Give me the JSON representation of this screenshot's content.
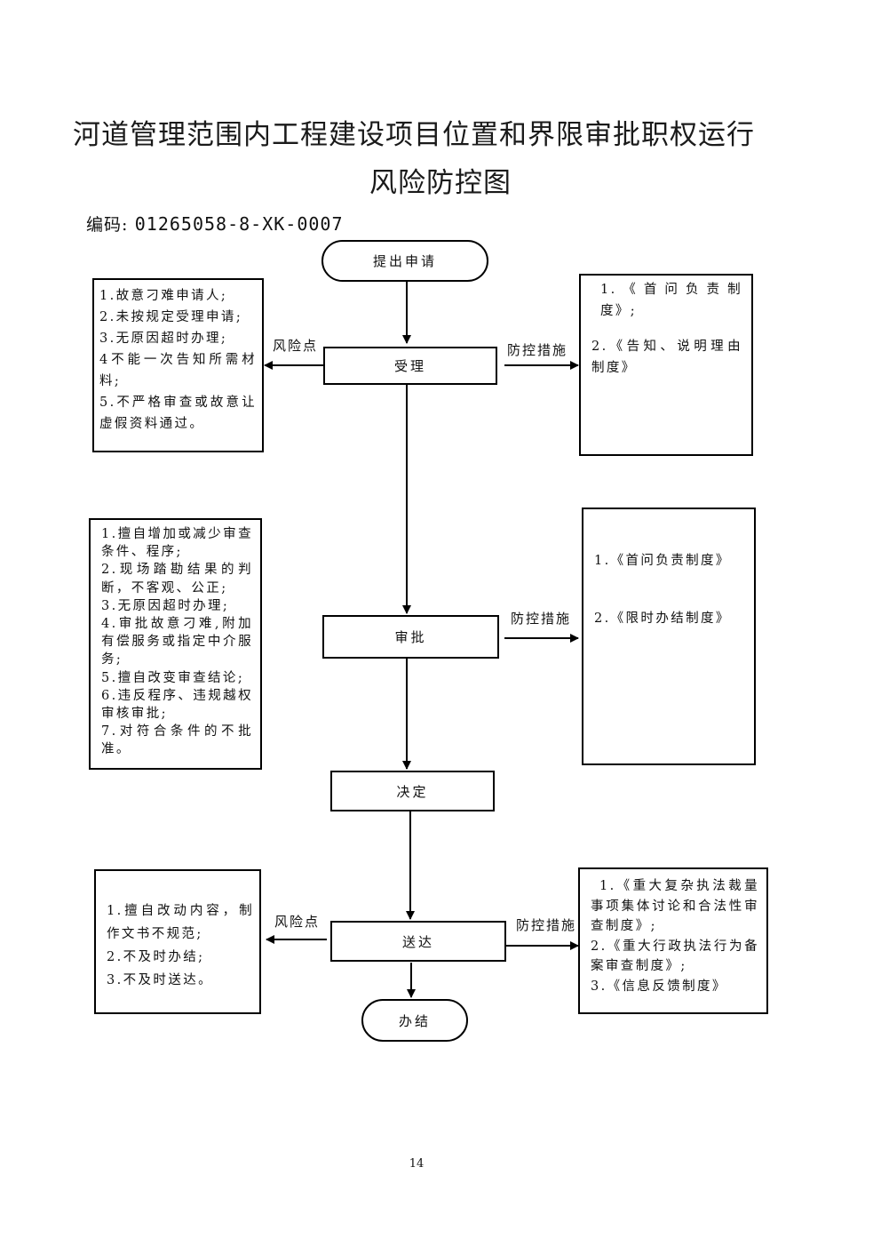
{
  "document": {
    "title_line1": "河道管理范围内工程建设项目位置和界限审批职权运行",
    "title_line2": "风险防控图",
    "code_label": "编码:",
    "code_value": "01265058-8-XK-0007",
    "page_number": "14"
  },
  "flow": {
    "start": "提出申请",
    "steps": [
      {
        "label": "受理",
        "risk_label": "风险点",
        "control_label": "防控措施",
        "risks": [
          "1.故意刁难申请人;",
          "2.未按规定受理申请;",
          "3.无原因超时办理;",
          "4不能一次告知所需材料;",
          "5.不严格审查或故意让虚假资料通过。"
        ],
        "controls": [
          "1.《首问负责制度》;",
          "2.《告知、说明理由制度》"
        ]
      },
      {
        "label": "审批",
        "control_label": "防控措施",
        "risks": [
          "1.擅自增加或减少审查条件、程序;",
          "2.现场踏勘结果的判断，不客观、公正;",
          "3.无原因超时办理;",
          "4.审批故意刁难,附加有偿服务或指定中介服务;",
          "5.擅自改变审查结论;",
          "6.违反程序、违规越权审核审批;",
          "7.对符合条件的不批准。"
        ],
        "controls": [
          "1.《首问负责制度》",
          "2.《限时办结制度》"
        ]
      },
      {
        "label": "决定"
      },
      {
        "label": "送达",
        "risk_label": "风险点",
        "control_label": "防控措施",
        "risks": [
          "1.擅自改动内容，制作文书不规范;",
          "2.不及时办结;",
          "3.不及时送达。"
        ],
        "controls": [
          "1.《重大复杂执法裁量事项集体讨论和合法性审查制度》;",
          "2.《重大行政执法行为备案审查制度》;",
          "3.《信息反馈制度》"
        ]
      }
    ],
    "end": "办结"
  }
}
